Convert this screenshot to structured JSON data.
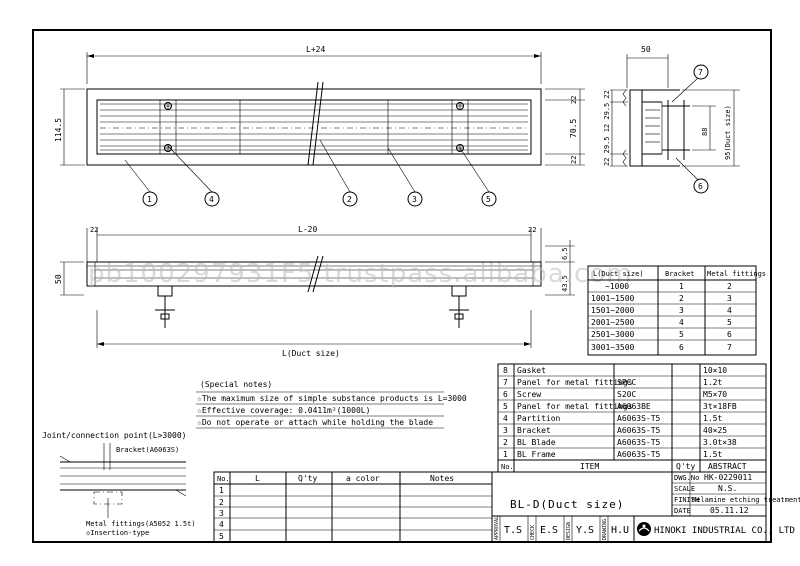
{
  "top_view": {
    "overall_length": "L+24",
    "overall_height": "114.5",
    "inner_height": "70.5",
    "edge_top": "22",
    "edge_bottom": "22",
    "callouts": [
      "1",
      "4",
      "2",
      "3",
      "5"
    ]
  },
  "side_view": {
    "width": "50",
    "duct_size": "95(Duct size)",
    "height": "88",
    "stack_dims": "22 29.5 12 29.5 22",
    "callouts": [
      "7",
      "6"
    ]
  },
  "front_view": {
    "length": "L-20",
    "left_margin": "22",
    "right_margin": "22",
    "height": "50",
    "dim_a": "6.5",
    "dim_b": "43.5",
    "duct_label": "L(Duct size)"
  },
  "bracket_table": {
    "headers": [
      "L(Duct size)",
      "Bracket",
      "Metal fittings"
    ],
    "rows": [
      [
        "~1000",
        "1",
        "2"
      ],
      [
        "1001~1500",
        "2",
        "3"
      ],
      [
        "1501~2000",
        "3",
        "4"
      ],
      [
        "2001~2500",
        "4",
        "5"
      ],
      [
        "2501~3000",
        "5",
        "6"
      ],
      [
        "3001~3500",
        "6",
        "7"
      ]
    ]
  },
  "special_notes": {
    "title": "(Special notes)",
    "lines": [
      "☆The maximum size of simple substance products is L=3000",
      "☆Effective coverage: 0.0411m²(1000L)",
      "☆Do not operate or attach while holding the blade"
    ]
  },
  "joint_detail": {
    "title": "Joint/connection point(L>3000)",
    "bracket": "Bracket(A6063S)",
    "fittings": "Metal fittings(A5052 1.5t)",
    "insertion": "◇Insertion-type"
  },
  "order_table": {
    "headers": [
      "No.",
      "L",
      "Q'ty",
      "a color",
      "Notes"
    ],
    "rows": [
      "1",
      "2",
      "3",
      "4",
      "5"
    ]
  },
  "parts_list": {
    "rows": [
      [
        "8",
        "Gasket",
        "",
        "10×10"
      ],
      [
        "7",
        "Panel for metal fittings",
        "SPCC",
        "1.2t"
      ],
      [
        "6",
        "Screw",
        "S20C",
        "M5×70"
      ],
      [
        "5",
        "Panel for metal fittings",
        "A6063BE",
        "3t×18FB"
      ],
      [
        "4",
        "Partition",
        "A6063S-T5",
        "1.5t"
      ],
      [
        "3",
        "Bracket",
        "A6063S-T5",
        "40×25"
      ],
      [
        "2",
        "BL Blade",
        "A6063S-T5",
        "3.0t×38"
      ],
      [
        "1",
        "BL Frame",
        "A6063S-T5",
        "1.5t"
      ]
    ],
    "footer": [
      "No.",
      "ITEM",
      "Q'ty",
      "ABSTRACT"
    ]
  },
  "title_block": {
    "title": "BL-D(Duct size)",
    "dwg_label": "DWG.No",
    "dwg_no": "HK-0229011",
    "scale_label": "SCALE",
    "scale": "N.S.",
    "finish_label": "FINISH",
    "finish": "Melamine etching treatment",
    "date_label": "DATE",
    "date": "05.11.12",
    "signoffs": [
      {
        "role": "APPROVAL",
        "initials": "T.S"
      },
      {
        "role": "CHECK",
        "initials": "E.S"
      },
      {
        "role": "DESIGN",
        "initials": "Y.S"
      },
      {
        "role": "DRAWING",
        "initials": "H.U"
      }
    ],
    "company": "HINOKI INDUSTRIAL CO., LTD"
  },
  "watermark": "pb100297931F5 trustpass.alibaba.com"
}
